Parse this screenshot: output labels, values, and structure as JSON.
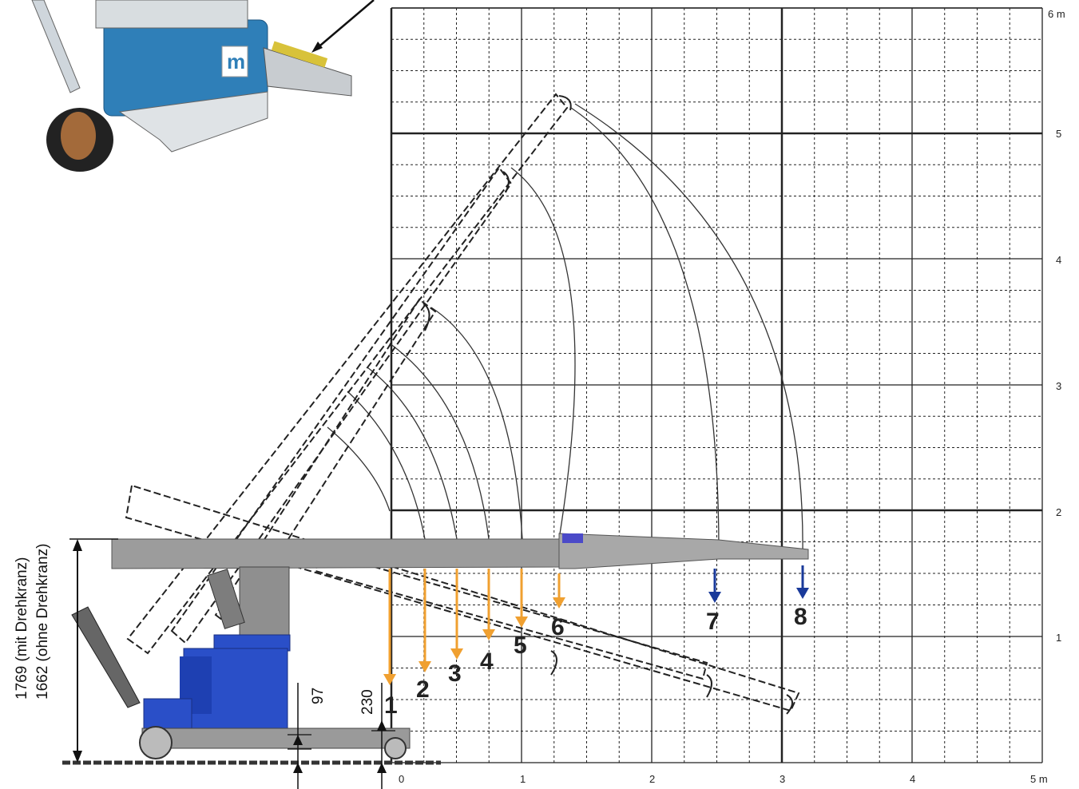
{
  "diagram": {
    "x_axis": {
      "unit": "m",
      "ticks": [
        "0",
        "1",
        "2",
        "3",
        "4",
        "5 m"
      ]
    },
    "y_axis": {
      "ticks": [
        "1",
        "2",
        "3",
        "4",
        "5",
        "6 m"
      ]
    },
    "positions": [
      "1",
      "2",
      "3",
      "4",
      "5",
      "6",
      "7",
      "8"
    ],
    "dimensions": {
      "height_with_ring": "1769 (mit Drehkranz)",
      "height_without_ring": "1662 (ohne Drehkranz)",
      "dim_97": "97",
      "dim_230": "230"
    },
    "logo_letter": "m",
    "colors": {
      "arrow_orange": "#f0a030",
      "arrow_blue": "#1a3a9a",
      "machine_blue": "#2a4fc8",
      "photo_blue": "#2f7fb8",
      "boom_grey": "#9a9a9a"
    }
  }
}
